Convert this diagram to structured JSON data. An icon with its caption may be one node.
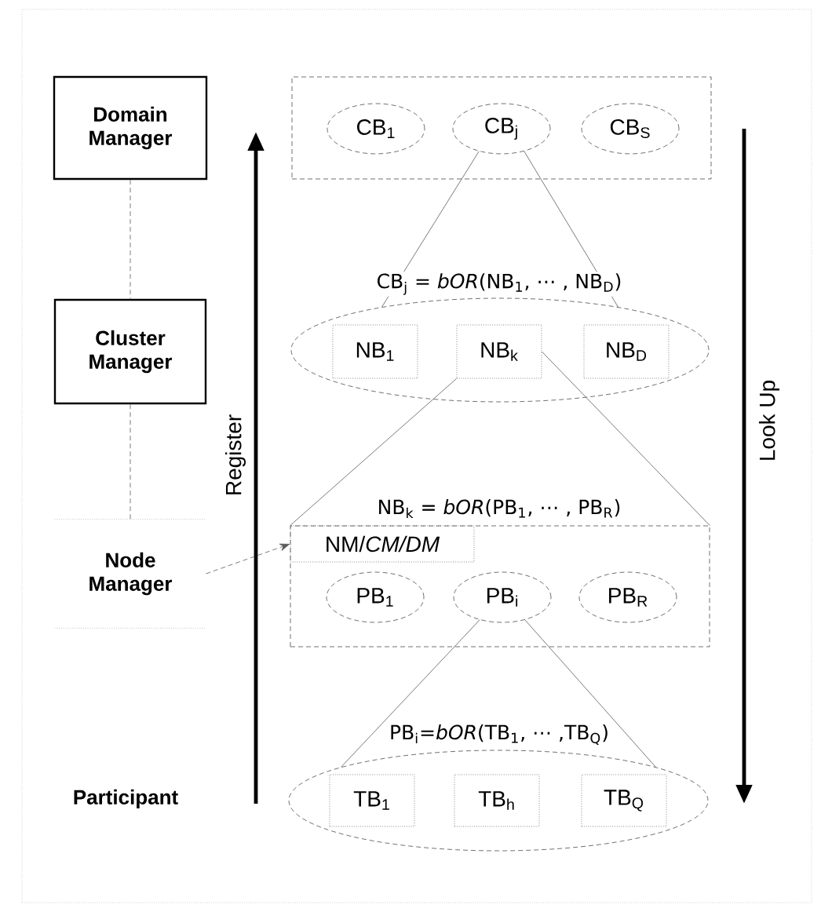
{
  "diagram": {
    "nodes": [
      {
        "text": [
          "Domain Manager"
        ]
      },
      {
        "text": [
          "Cluster Manager"
        ]
      },
      {
        "text": [
          "Node Manager"
        ]
      },
      {
        "text": [
          "Participant"
        ]
      },
      {
        "text": [],
        "shape": "box"
      },
      {
        "text": [
          "CB$_{1}$"
        ],
        "in": 4
      },
      {
        "text": [
          "CB$_{j}$"
        ],
        "in": 4
      },
      {
        "text": [
          "CB$_{S}$"
        ],
        "in": 4
      },
      {
        "text": [],
        "shape": "circle"
      },
      {
        "text": [
          "NB$_{1}$"
        ],
        "in": 8
      },
      {
        "text": [
          "NB$_{k}$"
        ],
        "in": 8
      },
      {
        "text": [
          "NB$_{D}$"
        ],
        "in": 8
      },
      {
        "text": [],
        "shape": "box"
      },
      {
        "text": [
          "NM/*CM/DM*"
        ],
        "in": 12
      },
      {
        "text": [
          "PB$_{1}$"
        ],
        "in": 12
      },
      {
        "text": [
          "PB$_{i}$"
        ],
        "in": 12
      },
      {
        "text": [
          "PB$_{R}$"
        ],
        "in": 12
      },
      {
        "text": [],
        "shape": "circle"
      },
      {
        "text": [
          "TB$_{1}$"
        ],
        "in": 17
      },
      {
        "text": [
          "TB$_{h}$"
        ],
        "in": 17
      },
      {
        "text": [
          "TB$_{Q}$"
        ],
        "in": 17
      }
    ],
    "edges": [
      {
        "from": 0,
        "to": 1,
        "arrow": "none",
        "style": "dashed"
      },
      {
        "from": 1,
        "to": 2,
        "arrow": "none",
        "style": "dashed"
      },
      {
        "from": 2,
        "to": 13,
        "arrow": "to",
        "style": "dashed"
      },
      {
        "from": 6,
        "to": 8,
        "arrow": "none"
      },
      {
        "from": 6,
        "to": 8,
        "arrow": "none"
      },
      {
        "from": 10,
        "to": 12,
        "arrow": "none"
      },
      {
        "from": 10,
        "to": 12,
        "arrow": "none"
      },
      {
        "from": 15,
        "to": 17,
        "arrow": "none"
      },
      {
        "from": 15,
        "to": 17,
        "arrow": "none"
      }
    ],
    "labels": [
      "CB$_{j}$ = *bOR*(NB$_{1}$, ⋯ , NB$_{D}$)",
      "Register",
      "Look Up",
      "NB$_{k}$ = *bOR*(PB$_{1}$, ⋯ , PB$_{R}$)",
      "PB$_{i}$=*bOR*(TB$_{1}$, ⋯ ,TB$_{Q}$)"
    ]
  }
}
